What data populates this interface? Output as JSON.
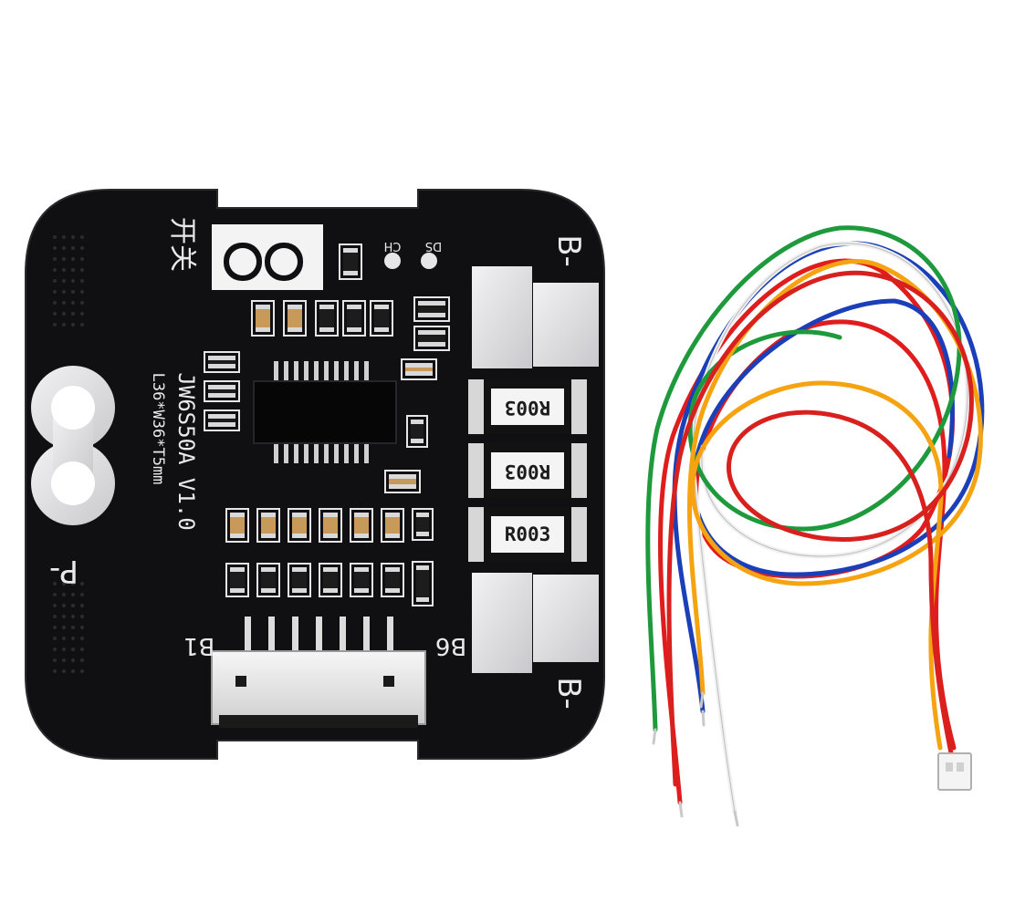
{
  "board": {
    "model_text": "JW6S50A V1.0",
    "size_text": "L36*W36*T5mm",
    "chinese_text": "开关",
    "pad_labels": {
      "p_minus": "P-",
      "b_minus_top": "B-",
      "b_minus_bottom": "B-",
      "b1": "B1",
      "b6": "B6",
      "ch": "CH",
      "ds": "DS"
    },
    "shunt_resistors": [
      "R003",
      "R003",
      "R003"
    ]
  },
  "colors": {
    "pcb": "#101012",
    "silkscreen": "#e9e9e9",
    "pad": "#e3e3e6",
    "wire_colors": [
      "#e01c1c",
      "#1a3fb8",
      "#f2f2f2",
      "#1e9a3c",
      "#f5a311",
      "#e01c1c"
    ]
  }
}
